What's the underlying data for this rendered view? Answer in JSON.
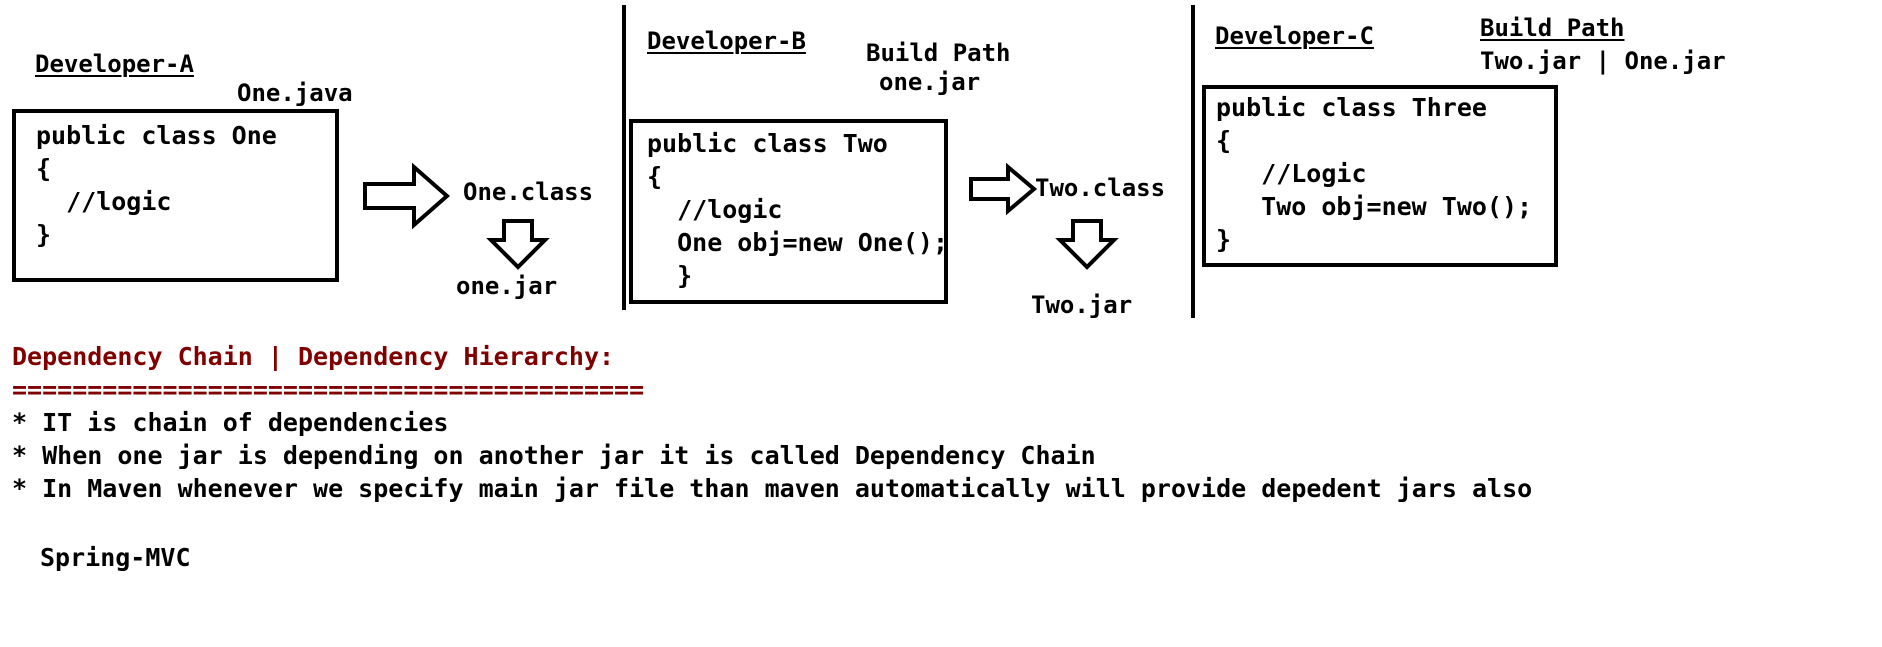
{
  "developer_a": {
    "heading": "Developer-A",
    "file_label": "One.java",
    "code": [
      "public class One",
      "{",
      "  //logic",
      "}"
    ],
    "compiled_label": "One.class",
    "jar_label": "one.jar"
  },
  "developer_b": {
    "heading": "Developer-B",
    "build_path_title": "Build Path",
    "build_path_value": "one.jar",
    "code": [
      "public class Two",
      "{",
      "  //logic",
      "  One obj=new One();",
      "  }"
    ],
    "compiled_label": "Two.class",
    "jar_label": "Two.jar"
  },
  "developer_c": {
    "heading": "Developer-C",
    "build_path_title": "Build Path",
    "build_path_value": "Two.jar | One.jar",
    "code": [
      "public class Three",
      "{",
      "   //Logic",
      "   Two obj=new Two();",
      "}"
    ]
  },
  "notes": {
    "heading": "Dependency Chain | Dependency Hierarchy:",
    "rule": "==========================================",
    "bullets": [
      "* IT is chain of dependencies",
      "* When one jar is depending on another jar it is called Dependency Chain",
      "* In Maven whenever we specify main jar file than maven automatically will provide depedent jars also"
    ],
    "example": "Spring-MVC"
  }
}
